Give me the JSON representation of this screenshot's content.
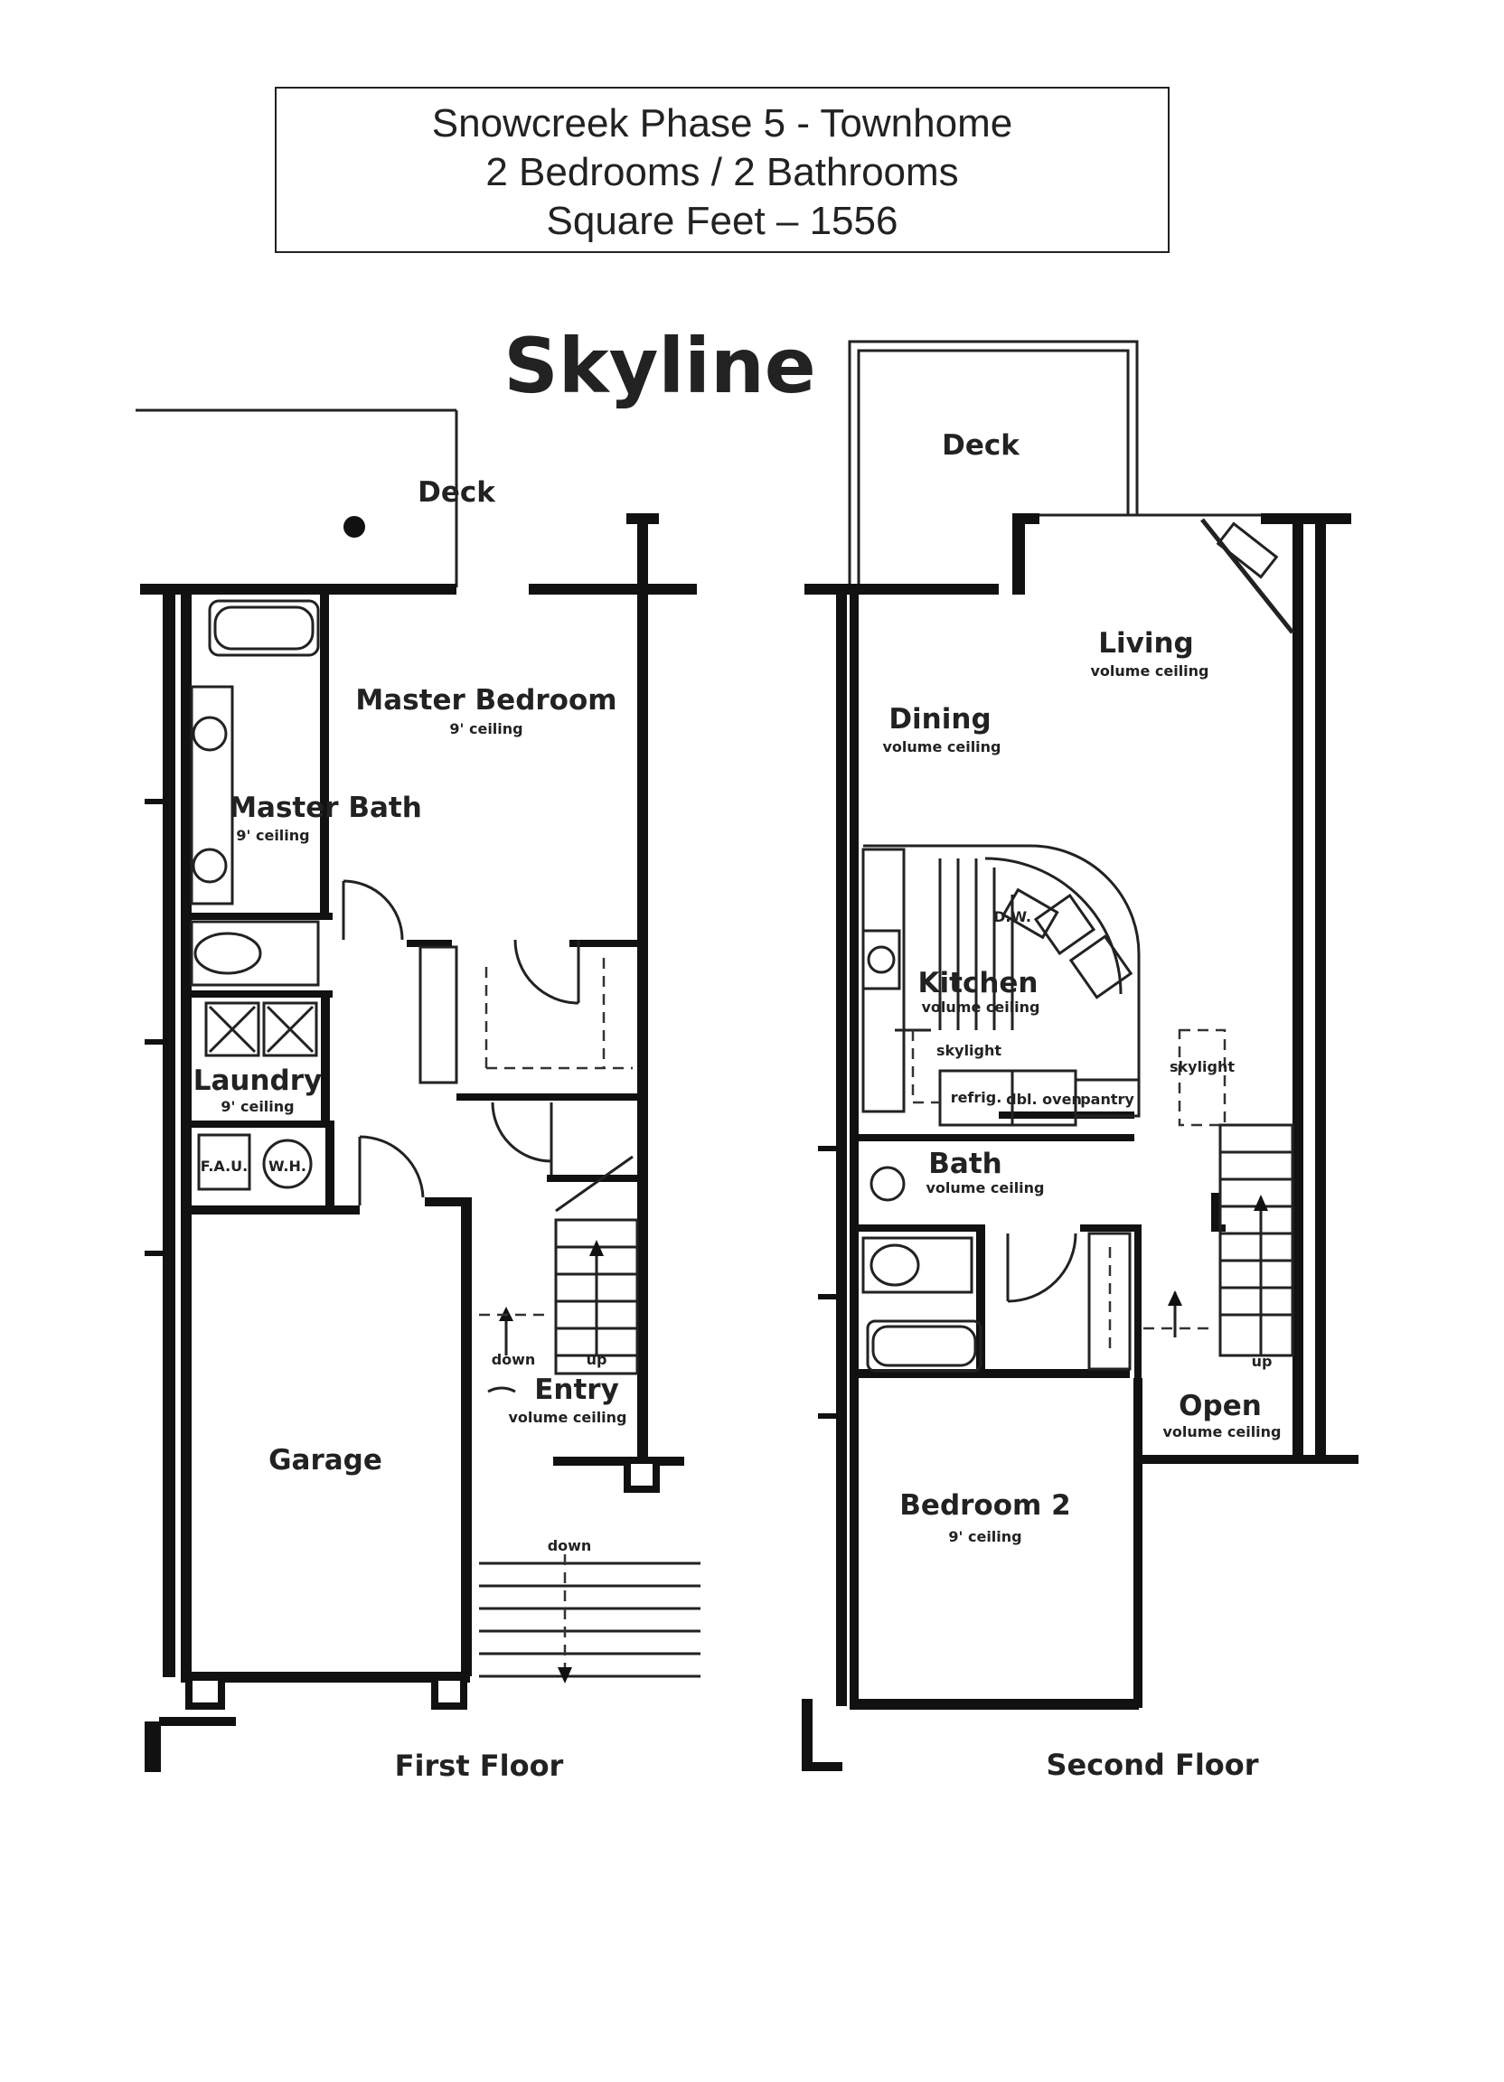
{
  "header": {
    "line1": "Snowcreek Phase 5 - Townhome",
    "line2": "2 Bedrooms / 2 Bathrooms",
    "line3": "Square Feet – 1556"
  },
  "plan_name": "Skyline",
  "first_floor": {
    "label": "First Floor",
    "rooms": {
      "deck": {
        "name": "Deck"
      },
      "master_bedroom": {
        "name": "Master Bedroom",
        "note": "9' ceiling"
      },
      "master_bath": {
        "name": "Master Bath",
        "note": "9' ceiling"
      },
      "laundry": {
        "name": "Laundry",
        "note": "9' ceiling"
      },
      "fau": {
        "name": "F.A.U."
      },
      "wh": {
        "name": "W.H."
      },
      "garage": {
        "name": "Garage"
      },
      "entry": {
        "name": "Entry",
        "note": "volume ceiling"
      }
    },
    "stairs": {
      "down": "down",
      "up": "up",
      "exterior_down": "down"
    }
  },
  "second_floor": {
    "label": "Second Floor",
    "rooms": {
      "deck": {
        "name": "Deck"
      },
      "living": {
        "name": "Living",
        "note": "volume ceiling"
      },
      "dining": {
        "name": "Dining",
        "note": "volume ceiling"
      },
      "kitchen": {
        "name": "Kitchen",
        "note": "volume ceiling"
      },
      "dw": {
        "name": "D.W."
      },
      "skylight_kitchen": {
        "name": "skylight"
      },
      "skylight_stair": {
        "name": "skylight"
      },
      "refrig": {
        "name": "refrig."
      },
      "dbl_oven": {
        "name": "dbl. oven"
      },
      "pantry": {
        "name": "pantry"
      },
      "bath": {
        "name": "Bath",
        "note": "volume ceiling"
      },
      "open": {
        "name": "Open",
        "note": "volume ceiling"
      },
      "bedroom2": {
        "name": "Bedroom 2",
        "note": "9' ceiling"
      }
    },
    "stairs": {
      "up": "up"
    }
  }
}
